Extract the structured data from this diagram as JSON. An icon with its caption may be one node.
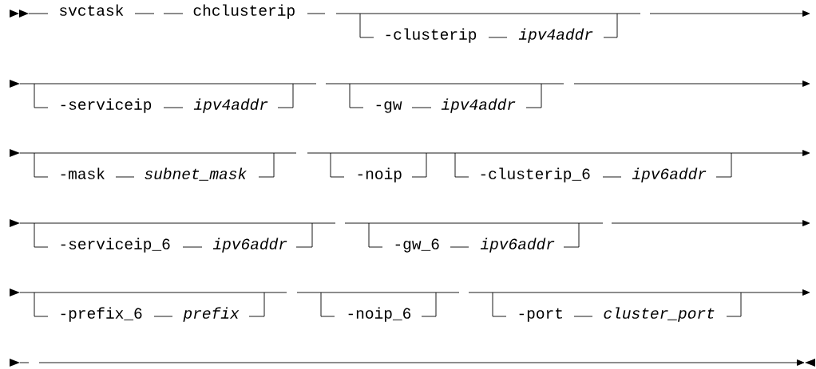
{
  "diagram": {
    "labels": [
      "svctask",
      "chclusterip",
      "-clusterip",
      "ipv4addr",
      "-serviceip",
      "ipv4addr",
      "-gw",
      "ipv4addr",
      "-mask",
      "subnet_mask",
      "-noip",
      "-clusterip_6",
      "ipv6addr",
      "-serviceip_6",
      "ipv6addr",
      "-gw_6",
      "ipv6addr",
      "-prefix_6",
      "prefix",
      "-noip_6",
      "-port",
      "cluster_port"
    ]
  }
}
